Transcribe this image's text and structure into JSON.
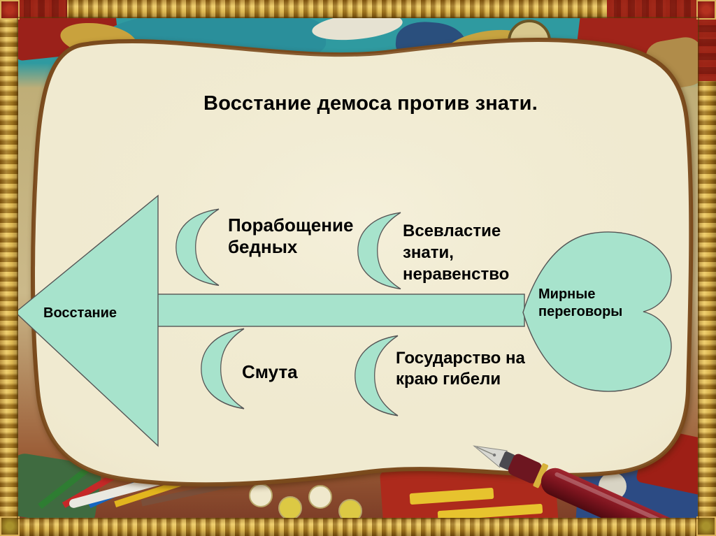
{
  "slide": {
    "title": "Восстание демоса против знати."
  },
  "diagram": {
    "revolt_label": "Восстание",
    "peace_label": "Мирные переговоры",
    "causes": [
      {
        "id": "top-left",
        "label": "Порабощение бедных"
      },
      {
        "id": "top-right",
        "label": "Всевластие знати, неравенство"
      },
      {
        "id": "bottom-left",
        "label": "Смута"
      },
      {
        "id": "bottom-right",
        "label": "Государство на краю гибели"
      }
    ],
    "colors": {
      "shape_fill": "#a7e3cc",
      "shape_stroke": "#555555",
      "text": "#000000",
      "parchment_fill": "#f0ead0",
      "parchment_edge": "#7a4a1c",
      "frame_gold": "#c79b2e",
      "frame_red": "#9c2015"
    }
  }
}
